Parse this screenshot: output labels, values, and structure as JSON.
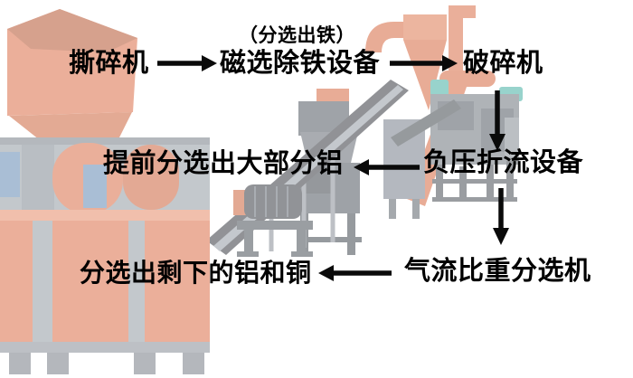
{
  "flow": {
    "note_above_magnetic": "（分选出铁）",
    "shredder": "撕碎机",
    "magnetic_separator": "磁选除铁设备",
    "crusher": "破碎机",
    "negative_pressure_baffle": "负压折流设备",
    "pre_sorted_aluminum": "提前分选出大部分铝",
    "airflow_gravity_separator": "气流比重分选机",
    "remaining_aluminum_copper": "分选出剩下的铝和铜"
  },
  "arrows": [
    {
      "name": "shredder-to-magnetic-separator",
      "direction": "right"
    },
    {
      "name": "magnetic-separator-to-crusher",
      "direction": "right"
    },
    {
      "name": "crusher-to-negative-pressure-baffle",
      "direction": "down"
    },
    {
      "name": "negative-pressure-baffle-to-pre-sorted-aluminum",
      "direction": "left"
    },
    {
      "name": "negative-pressure-baffle-to-airflow-gravity-separator",
      "direction": "down"
    },
    {
      "name": "airflow-gravity-separator-to-remaining-aluminum-copper",
      "direction": "left"
    }
  ],
  "background_machines": [
    "double-shaft-shredder",
    "inclined-conveyor",
    "crusher-mill",
    "cyclone-separator-cluster",
    "sorting-machine-frame"
  ],
  "colors": {
    "text": "#000000",
    "arrow": "#0a0a0a",
    "background": "#ffffff",
    "machine_orange": "#dd7550",
    "machine_orange_dark": "#c2603d",
    "machine_grey": "#98a0a8",
    "machine_dark": "#4a4f55",
    "motor_blue": "#6a8fb8",
    "pump_teal": "#4db3a8"
  }
}
